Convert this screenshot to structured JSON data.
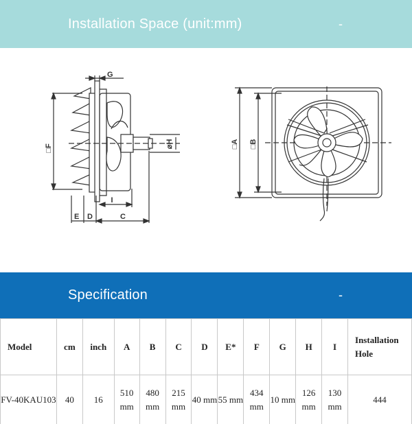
{
  "installation": {
    "title": "Installation Space (unit:mm)",
    "toggle": "-"
  },
  "labels": {
    "G": "G",
    "F": "□F",
    "H": "⌀H",
    "I": "I",
    "E": "E",
    "D": "D",
    "C": "C",
    "A": "□A",
    "B": "□B"
  },
  "specification": {
    "title": "Specification",
    "toggle": "-",
    "headers": [
      "Model",
      "cm",
      "inch",
      "A",
      "B",
      "C",
      "D",
      "E*",
      "F",
      "G",
      "H",
      "I",
      "Installation Hole"
    ],
    "row": {
      "model": "FV-40KAU103",
      "cm": "40",
      "inch": "16",
      "A": "510 mm",
      "B": "480 mm",
      "C": "215 mm",
      "D": "40 mm",
      "E": "55 mm",
      "F": "434 mm",
      "G": "10 mm",
      "H": "126 mm",
      "I": "130 mm",
      "hole": "444"
    }
  }
}
